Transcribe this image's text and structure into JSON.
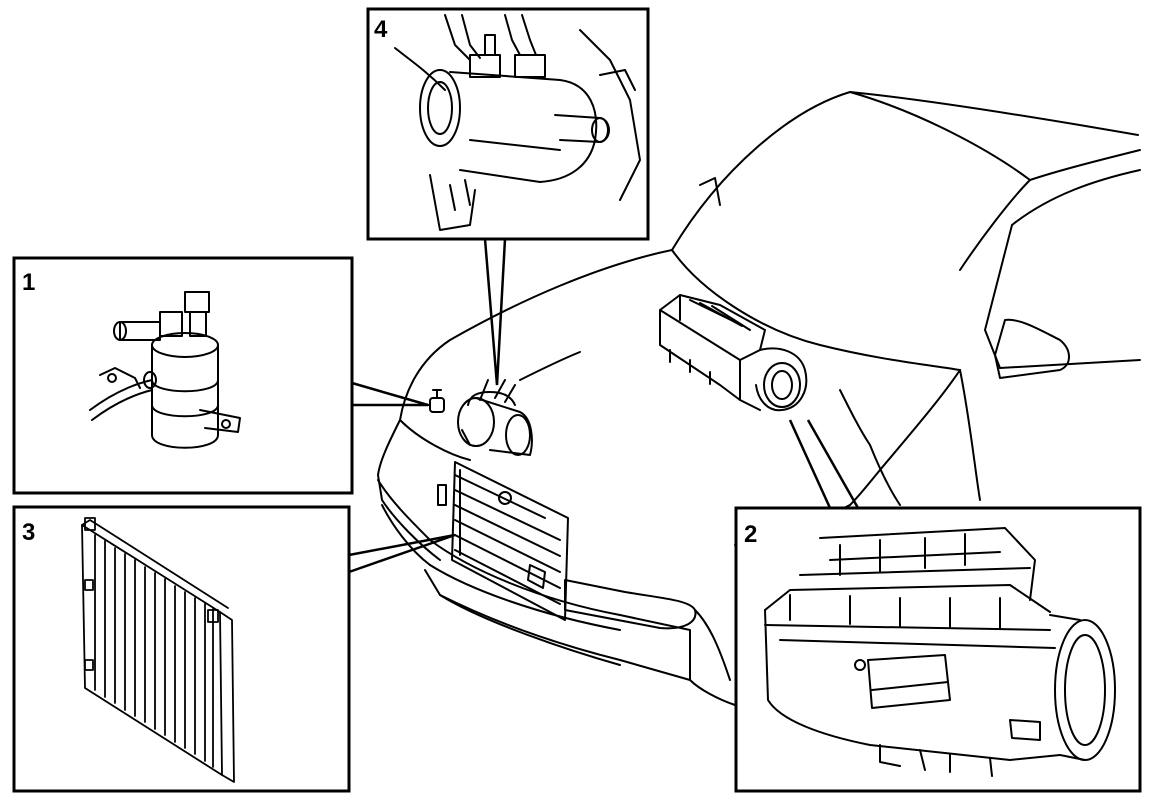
{
  "panels": [
    {
      "id": "1",
      "label": "1",
      "component": "receiver-drier"
    },
    {
      "id": "2",
      "label": "2",
      "component": "evaporator-heater-housing"
    },
    {
      "id": "3",
      "label": "3",
      "component": "condenser"
    },
    {
      "id": "4",
      "label": "4",
      "component": "compressor"
    }
  ],
  "colors": {
    "ink": "#000000",
    "paper": "#ffffff"
  }
}
